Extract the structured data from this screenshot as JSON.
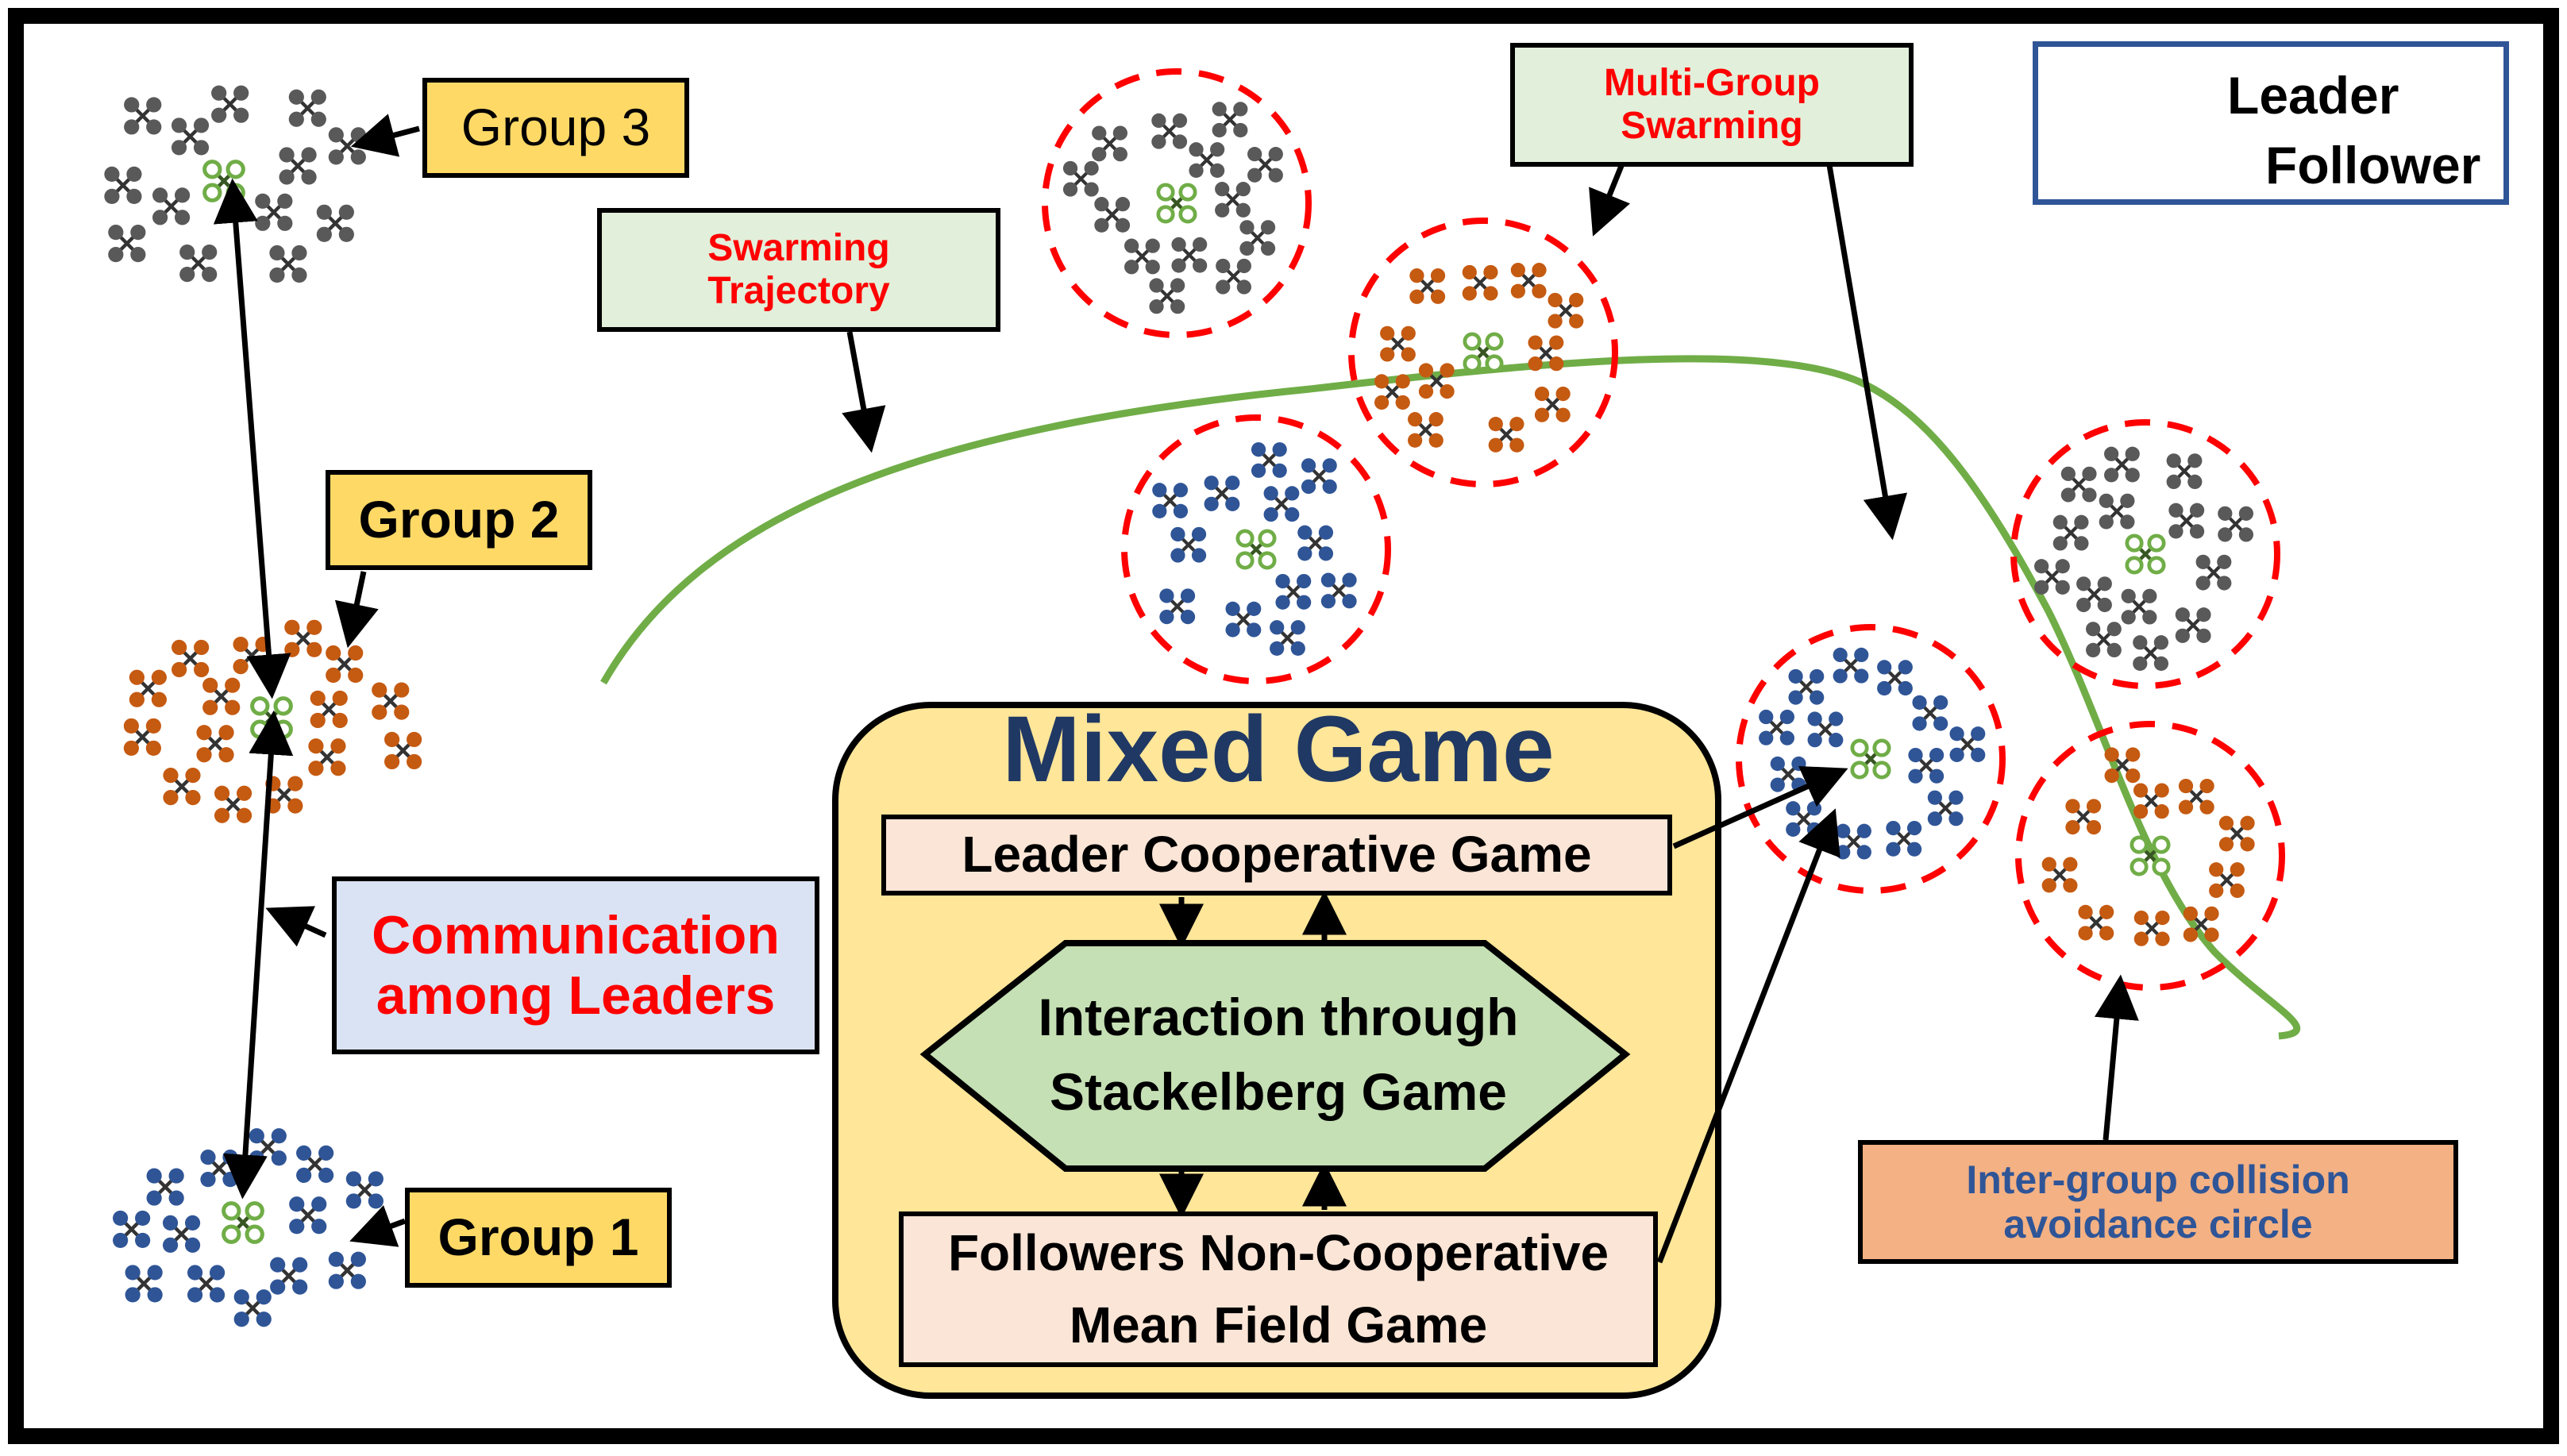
{
  "labels": {
    "group3": "Group 3",
    "group2": "Group 2",
    "group1": "Group 1",
    "swarming_trajectory": [
      "Swarming",
      "Trajectory"
    ],
    "multi_group_swarming": [
      "Multi-Group",
      "Swarming"
    ],
    "communication": [
      "Communication",
      "among Leaders"
    ],
    "collision_circle": [
      "Inter-group collision",
      "avoidance circle"
    ]
  },
  "legend": {
    "leader": "Leader",
    "follower": "Follower"
  },
  "mixed_game": {
    "title": "Mixed Game",
    "leader_game": "Leader Cooperative Game",
    "interaction": [
      "Interaction through",
      "Stackelberg Game"
    ],
    "followers_game": [
      "Followers Non-Cooperative",
      "Mean Field Game"
    ]
  },
  "colors": {
    "leader": "#70ad47",
    "follower_gray": "#595959",
    "follower_orange": "#c55a11",
    "follower_blue": "#2f5597",
    "trajectory": "#70ad47",
    "circle": "#ff0000",
    "mixed_game_bg": "#ffe699",
    "title_text": "#203864"
  }
}
